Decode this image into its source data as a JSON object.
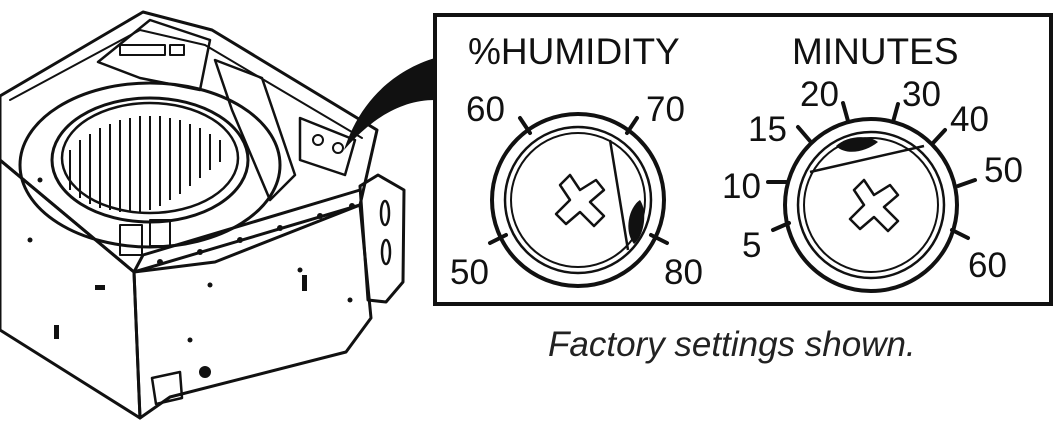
{
  "humidity_dial": {
    "title": "%HUMIDITY",
    "labels": [
      "50",
      "60",
      "70",
      "80"
    ]
  },
  "minutes_dial": {
    "title": "MINUTES",
    "labels": [
      "5",
      "10",
      "15",
      "20",
      "30",
      "40",
      "50",
      "60"
    ]
  },
  "caption": "Factory settings shown."
}
